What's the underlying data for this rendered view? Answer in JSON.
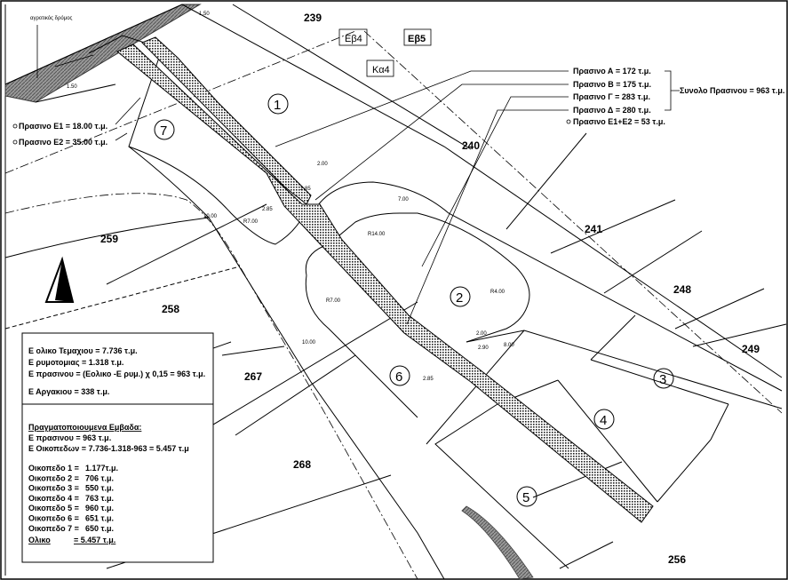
{
  "top_note": "αγροτικός δρόμος",
  "zones": {
    "eb4": "Εβ4",
    "eb5": "Εβ5",
    "ka4": "Κα4"
  },
  "parcels": {
    "p239": "239",
    "p240": "240",
    "p241": "241",
    "p248": "248",
    "p249": "249",
    "p259": "259",
    "p258": "258",
    "p267": "267",
    "p268": "268",
    "p256": "256"
  },
  "plots": {
    "p1": "1",
    "p2": "2",
    "p3": "3",
    "p4": "4",
    "p5": "5",
    "p6": "6",
    "p7": "7"
  },
  "dims": {
    "d150a": "1.50",
    "d150b": "1.50",
    "d200a": "2.00",
    "d285a": "2.85",
    "d285b": "2.85",
    "r700a": "R7.00",
    "d1000a": "10.00",
    "d700": "7.00",
    "r1400": "R14.00",
    "r700b": "R7.00",
    "r400": "R4.00",
    "d200b": "2.00",
    "d290": "2.90",
    "d285c": "2.85",
    "d1000b": "10.00",
    "d800": "8.00"
  },
  "legend_right": {
    "a": "Πρασινο Α  = 172 τ.μ.",
    "b": "Πρασινο Β  = 175 τ.μ.",
    "g": "Πρασινο Γ  = 283 τ.μ.",
    "d": "Πρασινο Δ  = 280 τ.μ.",
    "e": "Πρασινο Ε1+Ε2 = 53 τ.μ.",
    "total": "Συνολο Πρασινου = 963 τ.μ."
  },
  "legend_left": {
    "e1": "Πρασινο Ε1 = 18.00 τ.μ.",
    "e2": "Πρασινο Ε2  = 35.00 τ.μ."
  },
  "box": {
    "l1": "Ε ολικο Τεμαχιου = 7.736 τ.μ.",
    "l2": "Ε ρυμοτομιας = 1.318 τ.μ.",
    "l3": "Ε πρασινου = (Εολικο -Ε ρυμ.) χ 0,15  = 963 τ.μ.",
    "l4": "Ε Αργακιου = 338 τ.μ.",
    "l5": "Πραγματοποιουμενα Εμβαδα:",
    "l6": "Ε πρασινου = 963 τ.μ.",
    "l7": "Ε Οικοπεδων = 7.736-1.318-963 = 5.457 τ.μ",
    "rows": [
      {
        "name": "Οικοπεδο 1 =",
        "val": "1.177τ.μ."
      },
      {
        "name": "Οικοπεδο 2 =",
        "val": "706 τ.μ."
      },
      {
        "name": "Οικοπεδο 3 =",
        "val": "550 τ.μ."
      },
      {
        "name": "Οικοπεδο 4 =",
        "val": "763 τ.μ."
      },
      {
        "name": "Οικοπεδο 5 =",
        "val": "960 τ.μ."
      },
      {
        "name": "Οικοπεδο 6 =",
        "val": "651 τ.μ."
      },
      {
        "name": "Οικοπεδο 7 =",
        "val": "650 τ.μ."
      }
    ],
    "total_name": "Ολικο",
    "total_val": "= 5.457 τ.μ."
  }
}
